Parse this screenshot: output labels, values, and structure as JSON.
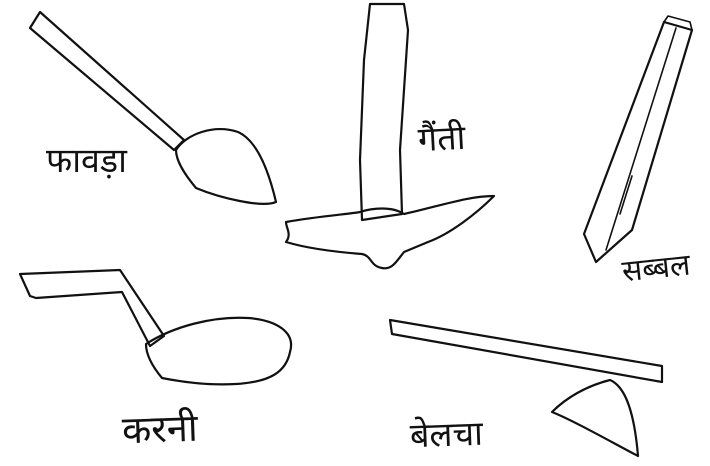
{
  "tools": [
    {
      "id": "fawda",
      "label": "फावड़ा"
    },
    {
      "id": "gainti",
      "label": "गैंती"
    },
    {
      "id": "sabbal",
      "label": "सब्बल"
    },
    {
      "id": "karni",
      "label": "करनी"
    },
    {
      "id": "belcha",
      "label": "बेलचा"
    }
  ]
}
